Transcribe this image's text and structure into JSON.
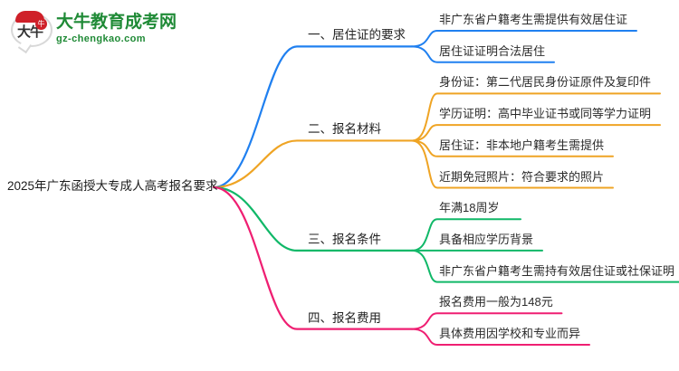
{
  "logo": {
    "mark_text": "大牛",
    "badge_text": "牛",
    "title": "大牛教育成考网",
    "subtitle": "gz-chengkao.com",
    "brand_green": "#1f8a36",
    "brand_red": "#cf2029"
  },
  "mindmap": {
    "root": {
      "label": "2025年广东函授大专成人高考报名要求"
    },
    "branches": [
      {
        "label": "一、居住证的要求",
        "color": "#2080f0",
        "children": [
          {
            "label": "非广东省户籍考生需提供有效居住证"
          },
          {
            "label": "居住证证明合法居住"
          }
        ]
      },
      {
        "label": "二、报名材料",
        "color": "#efa424",
        "children": [
          {
            "label": "身份证：第二代居民身份证原件及复印件"
          },
          {
            "label": "学历证明：高中毕业证书或同等学力证明"
          },
          {
            "label": "居住证：非本地户籍考生需提供"
          },
          {
            "label": "近期免冠照片：符合要求的照片"
          }
        ]
      },
      {
        "label": "三、报名条件",
        "color": "#10b868",
        "children": [
          {
            "label": "年满18周岁"
          },
          {
            "label": "具备相应学历背景"
          },
          {
            "label": "非广东省户籍考生需持有效居住证或社保证明"
          }
        ]
      },
      {
        "label": "四、报名费用",
        "color": "#ef1f72",
        "children": [
          {
            "label": "报名费用一般为148元"
          },
          {
            "label": "具体费用因学校和专业而异"
          }
        ]
      }
    ]
  }
}
